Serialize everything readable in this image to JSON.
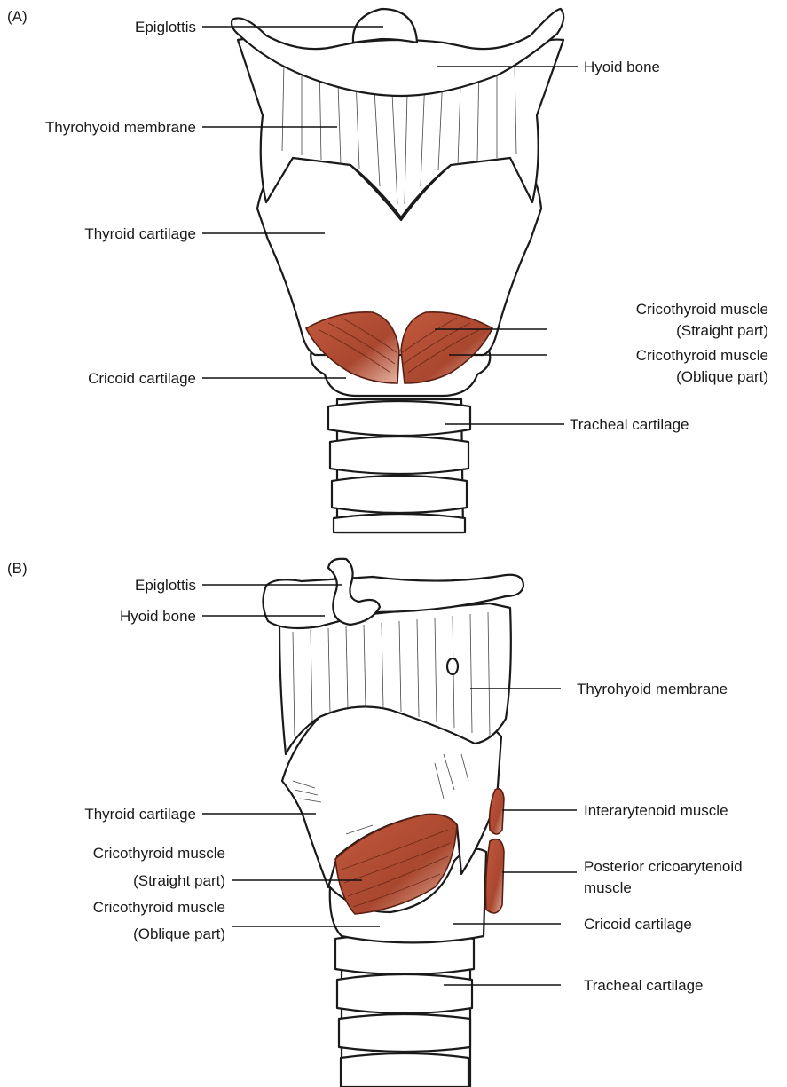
{
  "panel_a": {
    "tag": "(A)",
    "labels": {
      "epiglottis": "Epiglottis",
      "hyoid_bone": "Hyoid bone",
      "thyrohyoid_membrane": "Thyrohyoid membrane",
      "thyroid_cartilage": "Thyroid cartilage",
      "cricothyroid_straight_1": "Cricothyroid muscle",
      "cricothyroid_straight_2": "(Straight part)",
      "cricothyroid_oblique_1": "Cricothyroid muscle",
      "cricothyroid_oblique_2": "(Oblique part)",
      "cricoid_cartilage": "Cricoid cartilage",
      "tracheal_cartilage": "Tracheal cartilage"
    }
  },
  "panel_b": {
    "tag": "(B)",
    "labels": {
      "epiglottis": "Epiglottis",
      "hyoid_bone": "Hyoid bone",
      "thyrohyoid_membrane": "Thyrohyoid membrane",
      "thyroid_cartilage": "Thyroid cartilage",
      "interarytenoid": "Interarytenoid muscle",
      "cricothyroid_straight_1": "Cricothyroid muscle",
      "cricothyroid_straight_2": "(Straight part)",
      "posterior_cricoarytenoid_1": "Posterior cricoarytenoid",
      "posterior_cricoarytenoid_2": "muscle",
      "cricothyroid_oblique_1": "Cricothyroid muscle",
      "cricothyroid_oblique_2": "(Oblique part)",
      "cricoid_cartilage": "Cricoid cartilage",
      "tracheal_cartilage": "Tracheal cartilage"
    }
  },
  "colors": {
    "muscle": "#b9543a",
    "muscle_dark": "#7a2a18",
    "line": "#1a1a1a",
    "background": "#ffffff"
  }
}
